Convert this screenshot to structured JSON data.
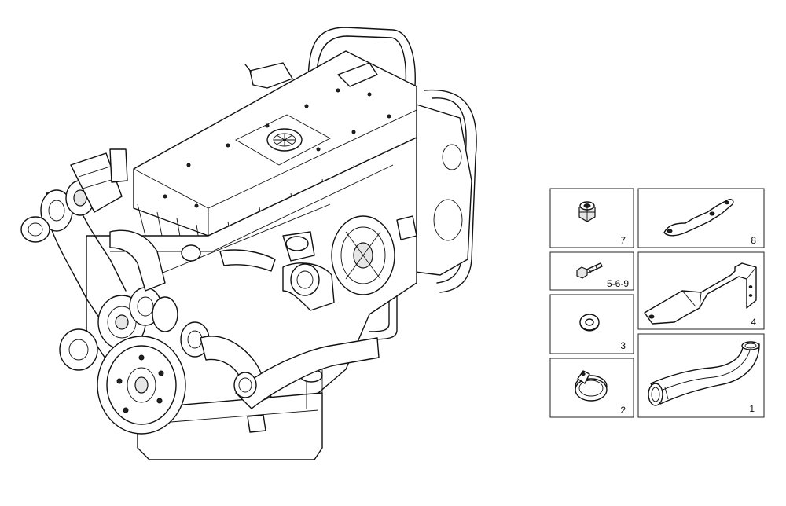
{
  "main_figure": {
    "name": "engine assembly"
  },
  "parts": [
    {
      "id": "part-7",
      "label": "7"
    },
    {
      "id": "part-8",
      "label": "8"
    },
    {
      "id": "part-5-6-9",
      "label": "5-6-9"
    },
    {
      "id": "part-4",
      "label": "4"
    },
    {
      "id": "part-3",
      "label": "3"
    },
    {
      "id": "part-2",
      "label": "2"
    },
    {
      "id": "part-1",
      "label": "1"
    }
  ]
}
